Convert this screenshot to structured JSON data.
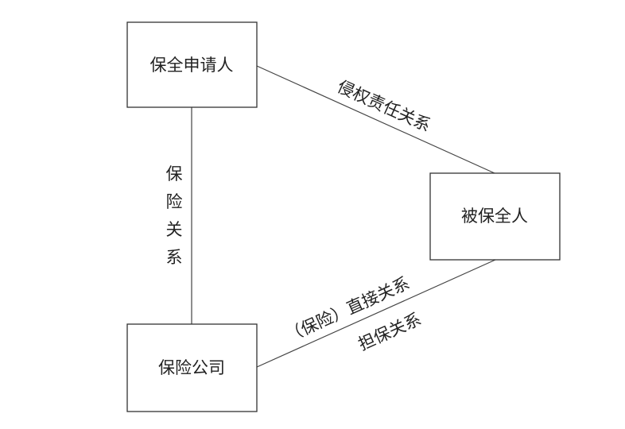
{
  "nodes": {
    "applicant": "保全申请人",
    "respondent": "被保全人",
    "insurer": "保险公司"
  },
  "edges": {
    "applicant_respondent": "侵权责任关系",
    "applicant_insurer": [
      "保",
      "险",
      "关",
      "系"
    ],
    "insurer_respondent_upper": "（保险）直接关系",
    "insurer_respondent_lower": "担保关系"
  }
}
